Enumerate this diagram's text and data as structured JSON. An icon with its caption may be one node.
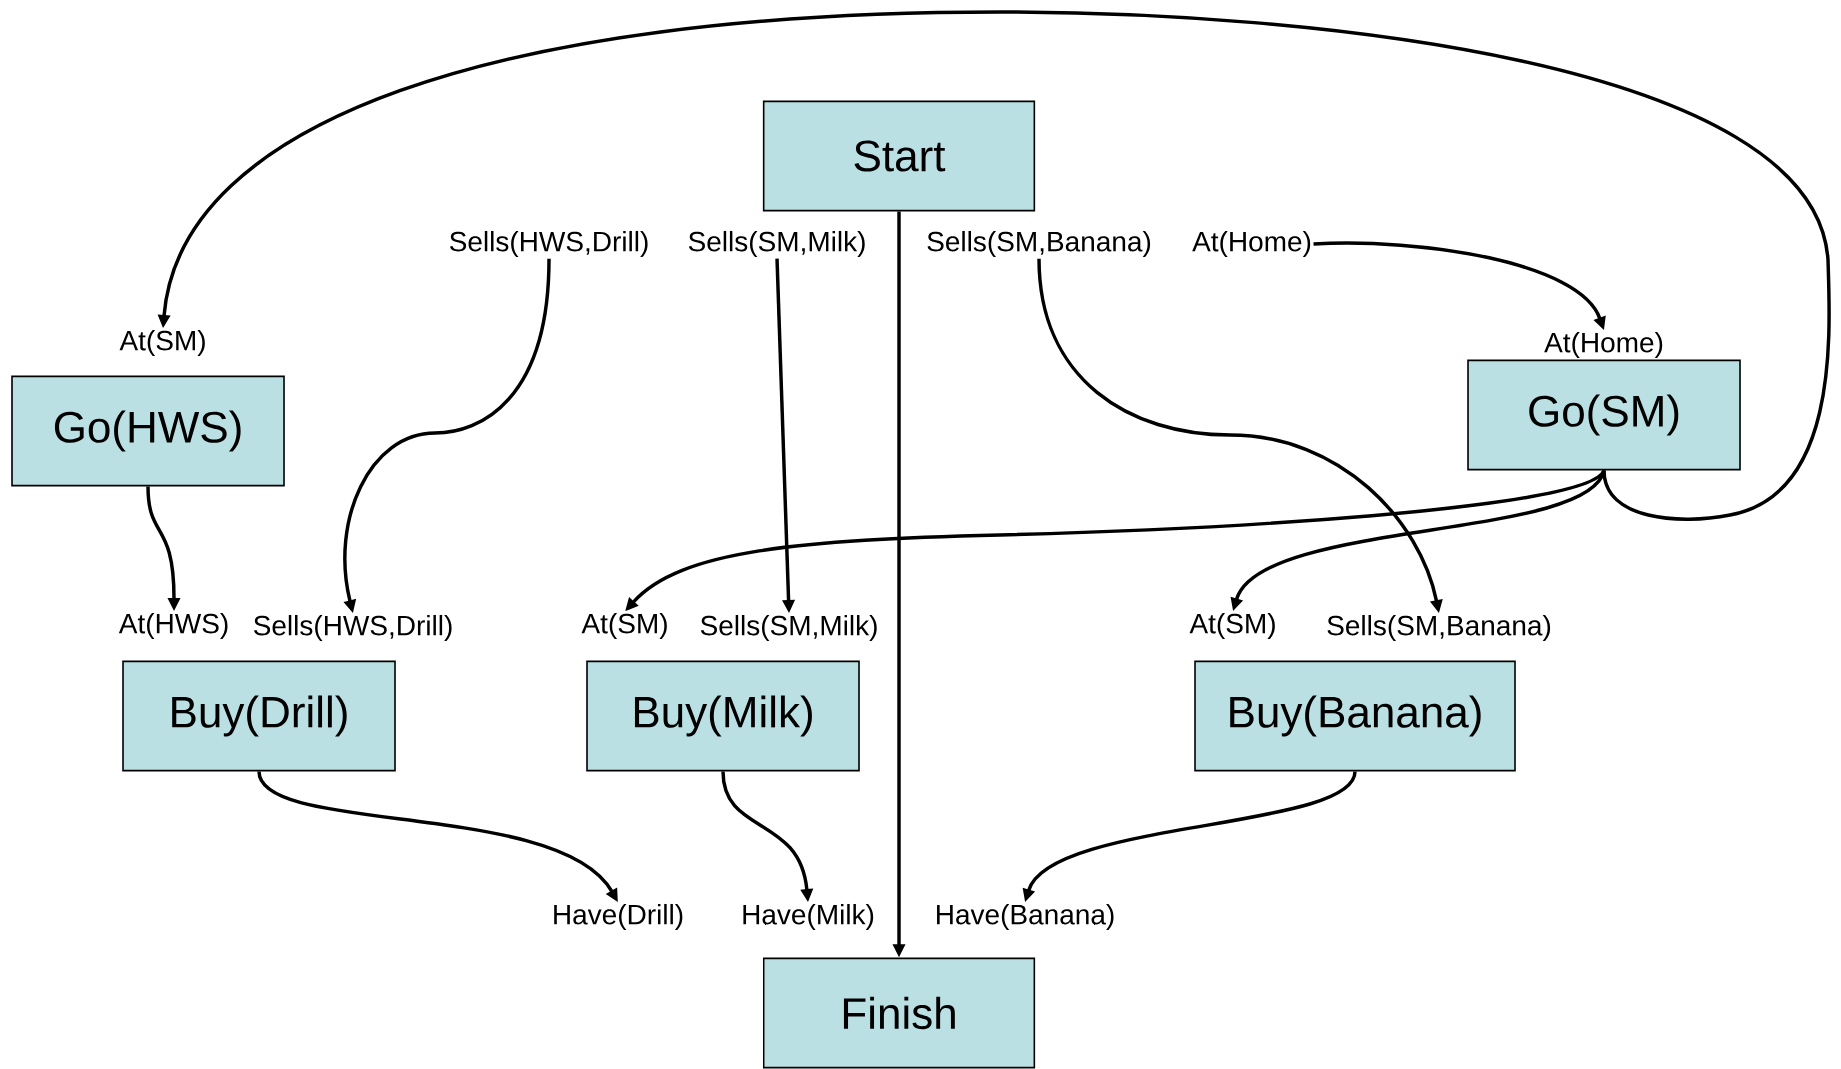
{
  "diagram": {
    "nodes": [
      {
        "text": [
          "Start"
        ]
      },
      {
        "text": [
          "Sells(HWS,Drill)"
        ]
      },
      {
        "text": [
          "Sells(SM,Milk)"
        ]
      },
      {
        "text": [
          "Sells(SM,Banana)"
        ]
      },
      {
        "text": [
          "At(Home)"
        ]
      },
      {
        "text": [
          "At(SM)"
        ]
      },
      {
        "text": [
          "At(Home)"
        ]
      },
      {
        "text": [
          "Go(HWS)"
        ]
      },
      {
        "text": [
          "Go(SM)"
        ]
      },
      {
        "text": [
          "At(HWS)"
        ]
      },
      {
        "text": [
          "Sells(HWS,Drill)"
        ]
      },
      {
        "text": [
          "At(SM)"
        ]
      },
      {
        "text": [
          "Sells(SM,Milk)"
        ]
      },
      {
        "text": [
          "At(SM)"
        ]
      },
      {
        "text": [
          "Sells(SM,Banana)"
        ]
      },
      {
        "text": [
          "Buy(Drill)"
        ]
      },
      {
        "text": [
          "Buy(Milk)"
        ]
      },
      {
        "text": [
          "Buy(Banana)"
        ]
      },
      {
        "text": [
          "Have(Drill)"
        ]
      },
      {
        "text": [
          "Have(Milk)"
        ]
      },
      {
        "text": [
          "Have(Banana)"
        ]
      },
      {
        "text": [
          "Finish"
        ]
      }
    ],
    "edges": [
      {
        "from": 0,
        "to": 21,
        "arrow": "to"
      },
      {
        "from": 1,
        "to": 10,
        "arrow": "to"
      },
      {
        "from": 2,
        "to": 12,
        "arrow": "to"
      },
      {
        "from": 3,
        "to": 14,
        "arrow": "to"
      },
      {
        "from": 4,
        "to": 6,
        "arrow": "to"
      },
      {
        "from": 8,
        "to": 5,
        "arrow": "to"
      },
      {
        "from": 7,
        "to": 9,
        "arrow": "to"
      },
      {
        "from": 8,
        "to": 11,
        "arrow": "to"
      },
      {
        "from": 8,
        "to": 13,
        "arrow": "to"
      },
      {
        "from": 15,
        "to": 18,
        "arrow": "to"
      },
      {
        "from": 16,
        "to": 19,
        "arrow": "to"
      },
      {
        "from": 17,
        "to": 20,
        "arrow": "to"
      }
    ]
  }
}
